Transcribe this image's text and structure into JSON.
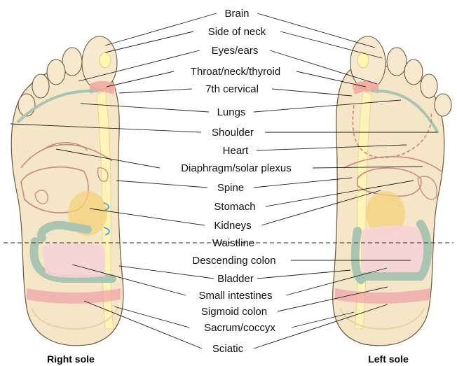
{
  "feet": {
    "right_title": "Right sole",
    "left_title": "Left sole"
  },
  "labels": {
    "brain": "Brain",
    "side_of_neck": "Side of neck",
    "eyes_ears": "Eyes/ears",
    "throat": "Throat/neck/thyroid",
    "cervical7": "7th cervical",
    "lungs": "Lungs",
    "shoulder": "Shoulder",
    "heart": "Heart",
    "diaphragm": "Diaphragm/solar plexus",
    "spine": "Spine",
    "stomach": "Stomach",
    "kidneys": "Kidneys",
    "waistline": "Waistline",
    "descending_colon": "Descending colon",
    "bladder": "Bladder",
    "small_intestines": "Small intestines",
    "sigmoid_colon": "Sigmoid colon",
    "sacrum": "Sacrum/coccyx",
    "sciatic": "Sciatic"
  },
  "colors": {
    "skin": "#f5e6c8",
    "spine_zone": "#fff4b8",
    "throat_zone": "#f4a9a0",
    "colon_band": "#a9c4b0",
    "intestine_fill": "#f6d3d6",
    "kidney_fill": "#f3d27a",
    "organ_outline": "#c9877a",
    "kidney_lines": "#3399dd"
  }
}
